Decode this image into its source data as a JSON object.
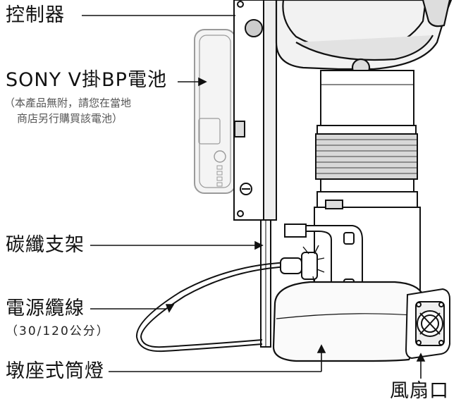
{
  "labels": {
    "controller": "控制器",
    "battery": "SONY V掛BP電池",
    "battery_note_line1": "（本產品無附，請您在當地",
    "battery_note_line2": "商店另行購買該電池）",
    "carbon_bracket": "碳纖支架",
    "power_cable": "電源纜線",
    "cable_lengths": "（30/120公分）",
    "dock_housing": "墩座式筒燈",
    "fan_port": "風扇口"
  }
}
